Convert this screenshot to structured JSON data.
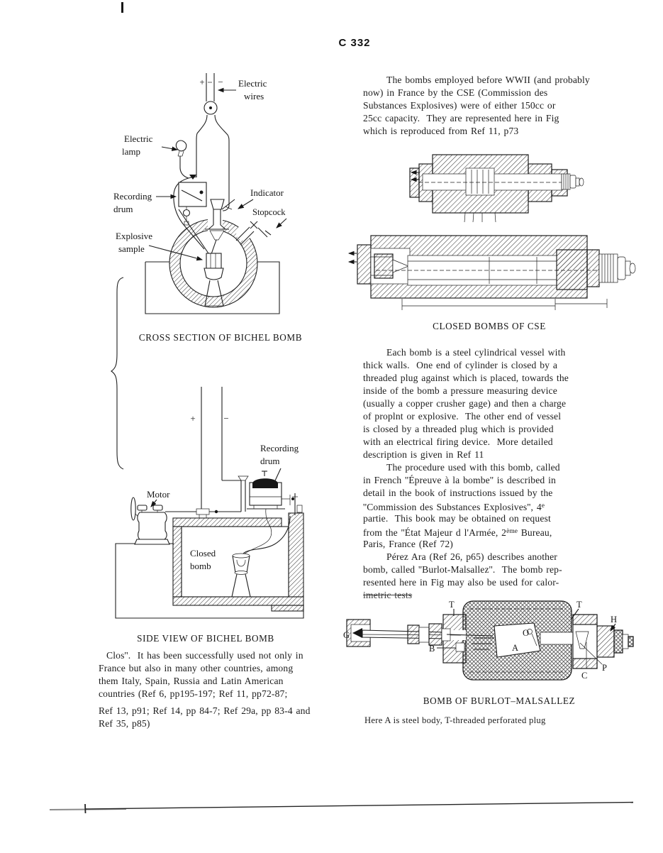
{
  "page": {
    "header": "C 332"
  },
  "figures": {
    "bichel_cross": {
      "caption": "CROSS SECTION OF BICHEL BOMB",
      "labels": {
        "electric_wires_1": "Electric",
        "electric_wires_2": "wires",
        "electric_lamp_1": "Electric",
        "electric_lamp_2": "lamp",
        "recording_drum_1": "Recording",
        "recording_drum_2": "drum",
        "indicator": "Indicator",
        "stopcock": "Stopcock",
        "explosive_sample_1": "Explosive",
        "explosive_sample_2": "sample",
        "plus": "+",
        "minus": "−"
      }
    },
    "bichel_side": {
      "caption": "SIDE VIEW OF BICHEL BOMB",
      "labels": {
        "plus": "+",
        "minus": "−",
        "recording_drum_1": "Recording",
        "recording_drum_2": "drum",
        "motor": "Motor",
        "closed_bomb_1": "Closed",
        "closed_bomb_2": "bomb"
      }
    },
    "cse": {
      "caption": "CLOSED BOMBS OF CSE"
    },
    "burlot": {
      "caption": "BOMB OF BURLOT–MALSALLEZ",
      "note": "Here A is steel body, T-threaded perforated plug",
      "labels": {
        "g": "G",
        "t_left": "T",
        "t_right": "T",
        "h": "H",
        "b": "B",
        "o": "O",
        "a": "A",
        "p": "P",
        "c": "C"
      }
    }
  },
  "text": {
    "right_para1": [
      {
        "t": "The bombs employed before WWII (and probably",
        "ind": 33
      },
      {
        "t": "now) in France by the CSE (Commission des"
      },
      {
        "t": "Substances Explosives) were of either 150cc or"
      },
      {
        "t": "25cc capacity.  They are represented here in Fig"
      },
      {
        "t": "which is reproduced from Ref 11, p73",
        "last": true
      }
    ],
    "right_para2": [
      {
        "t": "Each bomb is a steel cylindrical vessel with",
        "ind": 33
      },
      {
        "t": "thick walls.  One end of cylinder is closed by a"
      },
      {
        "t": "threaded plug against which is placed, towards the"
      },
      {
        "t": "inside of the bomb a pressure measuring device"
      },
      {
        "t": "(usually a copper crusher gage) and then a charge"
      },
      {
        "t": "of proplnt or explosive.  The other end of vessel"
      },
      {
        "t": "is closed by a threaded plug which is provided"
      },
      {
        "t": "with an electrical firing device.  More detailed"
      },
      {
        "t": "description is given in Ref 11",
        "last": true
      }
    ],
    "right_para3": [
      {
        "t": "The procedure used with this bomb, called",
        "ind": 33
      },
      {
        "t": "in French ''Épreuve à la bombe'' is described in"
      },
      {
        "t": "detail in the book of instructions issued by the"
      },
      {
        "segs": [
          {
            "t": "''Commission des Substances Explosives'', 4"
          },
          {
            "t": "e",
            "sup": true
          }
        ]
      },
      {
        "t": "partie.  This book may be obtained on request"
      },
      {
        "segs": [
          {
            "t": "from the ''État Majeur d l'Armée, 2"
          },
          {
            "t": "ème",
            "sup": true
          },
          {
            "t": " Bureau,"
          }
        ]
      },
      {
        "t": "Paris, France (Ref 72)",
        "last": true
      }
    ],
    "right_para4": [
      {
        "t": "Pérez Ara (Ref 26, p65) describes another",
        "ind": 33
      },
      {
        "t": "bomb, called ''Burlot-Malsallez''.  The bomb rep-"
      },
      {
        "t": "resented here in Fig may also be used for calor-"
      },
      {
        "segs": [
          {
            "t": "imetric tests",
            "strike": true
          }
        ],
        "last": true
      }
    ],
    "left_para": [
      {
        "t": "Clos''.  It has been successfully used not only in",
        "ind": 11
      },
      {
        "t": "France but also in many other countries, among"
      },
      {
        "t": "them Italy, Spain, Russia and Latin American"
      },
      {
        "t": "countries (Ref 6, pp195-197; Ref 11, pp72-87;"
      },
      {
        "t": "Ref 13, p91; Ref 14, pp 84-7; Ref 29a, pp 83-4 and",
        "gap": true
      },
      {
        "t": "Ref 35, p85)",
        "last": true
      }
    ]
  }
}
